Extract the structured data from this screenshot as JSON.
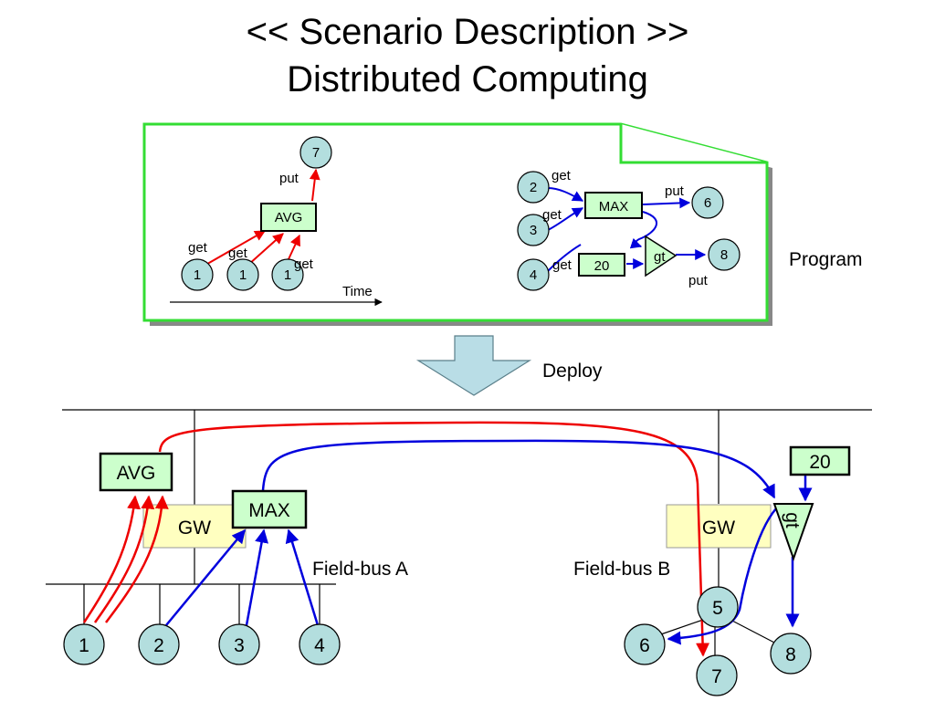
{
  "title": {
    "line1": "<< Scenario Description >>",
    "line2": "Distributed Computing"
  },
  "program": {
    "label": "Program",
    "timeline_label": "Time",
    "avg_box": "AVG",
    "max_box": "MAX",
    "gt_node": "gt",
    "const_box": "20",
    "get_label": "get",
    "put_label": "put",
    "avg_inputs": [
      "1",
      "1",
      "1"
    ],
    "avg_output": "7",
    "max_inputs": [
      "2",
      "3"
    ],
    "gt_input": "4",
    "max_output": "6",
    "gt_output": "8"
  },
  "deploy_label": "Deploy",
  "network": {
    "gateway_label": "GW",
    "fieldbus_a": "Field-bus A",
    "fieldbus_b": "Field-bus B",
    "avg_box": "AVG",
    "max_box": "MAX",
    "gt_node": "gt",
    "const_box": "20",
    "nodes_a": [
      "1",
      "2",
      "3",
      "4"
    ],
    "hub_b": "5",
    "nodes_b": [
      "6",
      "7",
      "8"
    ]
  },
  "colors": {
    "frame": "#33dd33",
    "box_fill": "#ccffcc",
    "circle_fill": "#b3dede",
    "gw_fill": "#ffffc0",
    "arrow_red": "#ee0000",
    "arrow_blue": "#0000dd",
    "deploy_arrow": "#b9dde6"
  }
}
